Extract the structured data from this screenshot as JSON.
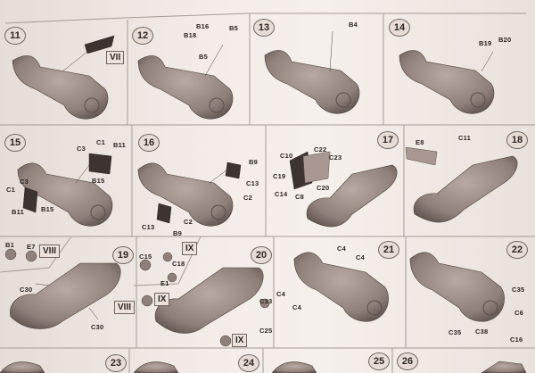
{
  "document": {
    "type": "assembly instructions",
    "subject": "convertible car model"
  },
  "steps": [
    {
      "number": "11",
      "labels": [
        "VII"
      ]
    },
    {
      "number": "12",
      "labels": [
        "B16",
        "B18",
        "B5",
        "B5"
      ]
    },
    {
      "number": "13",
      "labels": [
        "B4"
      ]
    },
    {
      "number": "14",
      "labels": [
        "B19",
        "B20"
      ]
    },
    {
      "number": "15",
      "labels": [
        "C1",
        "B11",
        "C3",
        "B15",
        "C3",
        "C1",
        "B11",
        "B15"
      ]
    },
    {
      "number": "16",
      "labels": [
        "B9",
        "C13",
        "C2",
        "C2",
        "C13",
        "B9"
      ]
    },
    {
      "number": "17",
      "labels": [
        "C10",
        "C22",
        "C23",
        "C19",
        "C20",
        "C14",
        "C8"
      ]
    },
    {
      "number": "18",
      "labels": [
        "E8",
        "C11"
      ]
    },
    {
      "number": "19",
      "labels": [
        "B1",
        "E7",
        "VIII",
        "C30",
        "VIII",
        "C30"
      ]
    },
    {
      "number": "20",
      "labels": [
        "C15",
        "IX",
        "C18",
        "E1",
        "IX",
        "C33",
        "C25",
        "IX"
      ]
    },
    {
      "number": "21",
      "labels": [
        "C4",
        "C4",
        "C4",
        "C4"
      ]
    },
    {
      "number": "22",
      "labels": [
        "C35",
        "C6",
        "C35",
        "C38",
        "C16"
      ]
    },
    {
      "number": "23",
      "labels": []
    },
    {
      "number": "24",
      "labels": []
    },
    {
      "number": "25",
      "labels": []
    },
    {
      "number": "26",
      "labels": []
    }
  ]
}
